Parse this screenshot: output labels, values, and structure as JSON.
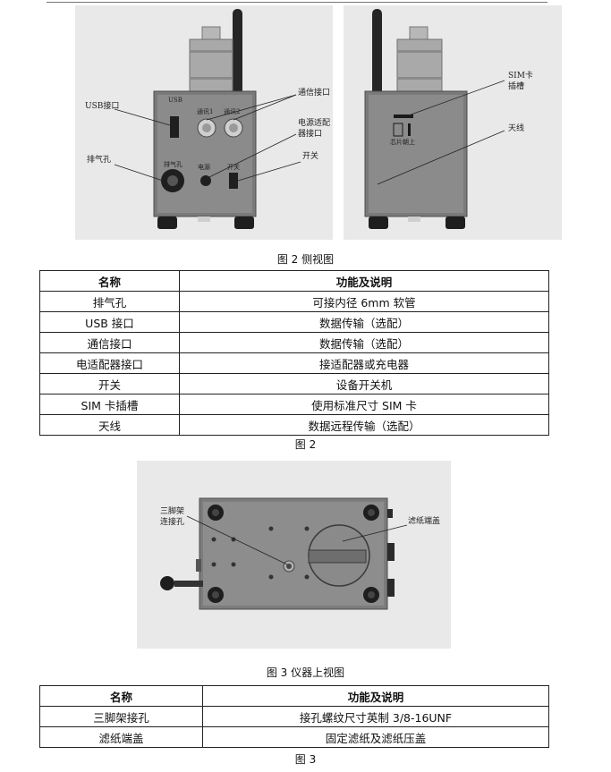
{
  "figure2": {
    "left_annotations": {
      "usb_port": "USB接口",
      "exhaust_hole": "排气孔"
    },
    "right_annotations": {
      "comm_port": "通信接口",
      "power_adapter_line1": "电源适配",
      "power_adapter_line2": "器接口",
      "switch": "开关"
    },
    "rear_annotations": {
      "sim_line1": "SIM卡",
      "sim_line2": "插槽",
      "antenna": "天线"
    },
    "panel_labels": {
      "usb": "USB",
      "comm1": "通讯1",
      "comm2": "通讯2",
      "exhaust": "排气孔",
      "power": "电源",
      "switch": "开关",
      "chip_up": "芯片朝上"
    },
    "caption": "图 2 侧视图",
    "table": {
      "headers": [
        "名称",
        "功能及说明"
      ],
      "rows": [
        [
          "排气孔",
          "可接内径 6mm 软管"
        ],
        [
          "USB 接口",
          "数据传输（选配）"
        ],
        [
          "通信接口",
          "数据传输（选配）"
        ],
        [
          "电适配器接口",
          "接适配器或充电器"
        ],
        [
          "开关",
          "设备开关机"
        ],
        [
          "SIM 卡插槽",
          "使用标准尺寸 SIM 卡"
        ],
        [
          "天线",
          "数据远程传输（选配）"
        ]
      ]
    },
    "table_caption": "图 2"
  },
  "figure3": {
    "annotations": {
      "tripod_line1": "三脚架",
      "tripod_line2": "连接孔",
      "filter_cap": "滤纸端盖"
    },
    "caption": "图 3 仪器上视图",
    "table": {
      "headers": [
        "名称",
        "功能及说明"
      ],
      "rows": [
        [
          "三脚架接孔",
          "接孔螺纹尺寸英制 3/8-16UNF"
        ],
        [
          "滤纸端盖",
          "固定滤纸及滤纸压盖"
        ]
      ]
    },
    "table_caption": "图 3"
  }
}
